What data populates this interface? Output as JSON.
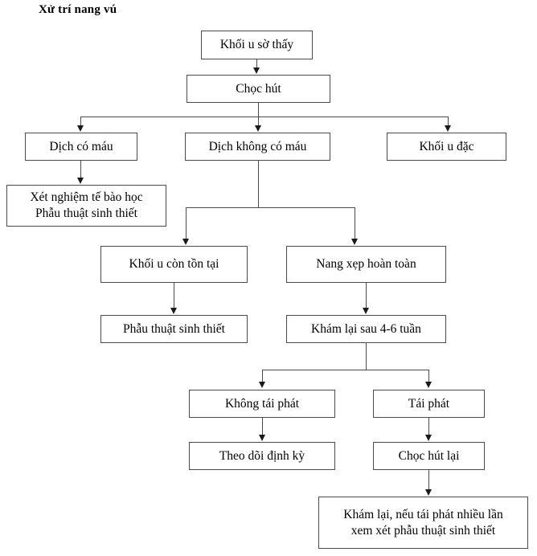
{
  "diagram": {
    "title": "Xử trí nang vú",
    "type": "flowchart",
    "orientation": "top-down",
    "colors": {
      "box_border": "#4a4a4a",
      "connector": "#4a4a4a",
      "arrow": "#1a1a1a",
      "background": "#ffffff",
      "text": "#000000"
    },
    "nodes": [
      {
        "id": "n1",
        "label": "Khối u sờ thấy"
      },
      {
        "id": "n2",
        "label": "Chọc hút"
      },
      {
        "id": "n3",
        "label": "Dịch có máu"
      },
      {
        "id": "n4",
        "label": "Dịch không có máu"
      },
      {
        "id": "n5",
        "label": "Khối u đặc"
      },
      {
        "id": "n6",
        "label": "Xét nghiệm tế bào học\nPhẫu thuật sinh thiết"
      },
      {
        "id": "n7",
        "label": "Khối u còn tồn tại"
      },
      {
        "id": "n8",
        "label": "Nang xẹp hoàn toàn"
      },
      {
        "id": "n9",
        "label": "Phẫu thuật sinh thiết"
      },
      {
        "id": "n10",
        "label": "Khám lại sau 4-6 tuần"
      },
      {
        "id": "n11",
        "label": "Không tái phát"
      },
      {
        "id": "n12",
        "label": "Tái phát"
      },
      {
        "id": "n13",
        "label": "Theo dõi định kỳ"
      },
      {
        "id": "n14",
        "label": "Chọc hút lại"
      },
      {
        "id": "n15",
        "label": "Khám lại, nếu tái phát nhiều lần\nxem xét phẫu thuật sinh thiết"
      }
    ],
    "edges": [
      {
        "from": "n1",
        "to": "n2"
      },
      {
        "from": "n2",
        "to": "n3"
      },
      {
        "from": "n2",
        "to": "n4"
      },
      {
        "from": "n2",
        "to": "n5"
      },
      {
        "from": "n3",
        "to": "n6"
      },
      {
        "from": "n4",
        "to": "n7"
      },
      {
        "from": "n4",
        "to": "n8"
      },
      {
        "from": "n7",
        "to": "n9"
      },
      {
        "from": "n8",
        "to": "n10"
      },
      {
        "from": "n10",
        "to": "n11"
      },
      {
        "from": "n10",
        "to": "n12"
      },
      {
        "from": "n11",
        "to": "n13"
      },
      {
        "from": "n12",
        "to": "n14"
      },
      {
        "from": "n14",
        "to": "n15"
      }
    ]
  }
}
